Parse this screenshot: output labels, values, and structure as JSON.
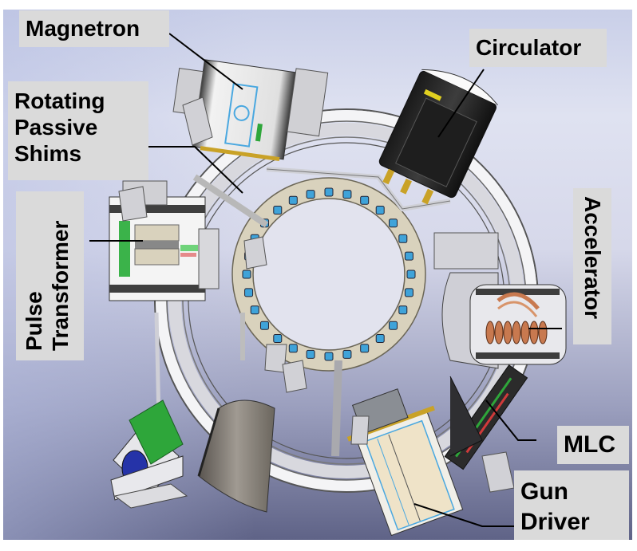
{
  "figure": {
    "description_labels": {
      "magnetron": "Magnetron",
      "circulator": "Circulator",
      "rotating_passive_shims": [
        "Rotating",
        "Passive",
        "Shims"
      ],
      "pulse_transformer": [
        "Pulse",
        "Transformer"
      ],
      "accelerator": "Accelerator",
      "mlc": "MLC",
      "gun_driver": [
        "Gun",
        "Driver"
      ]
    },
    "colors": {
      "label_bg": "#dadada",
      "label_text": "#000000",
      "shim_blue": "#3fa3d9",
      "ring_beige": "#d9d2bd",
      "copper": "#c8794f",
      "green_part": "#2ea63a",
      "blue_part": "#2533a8",
      "brass": "#c9a227"
    }
  }
}
